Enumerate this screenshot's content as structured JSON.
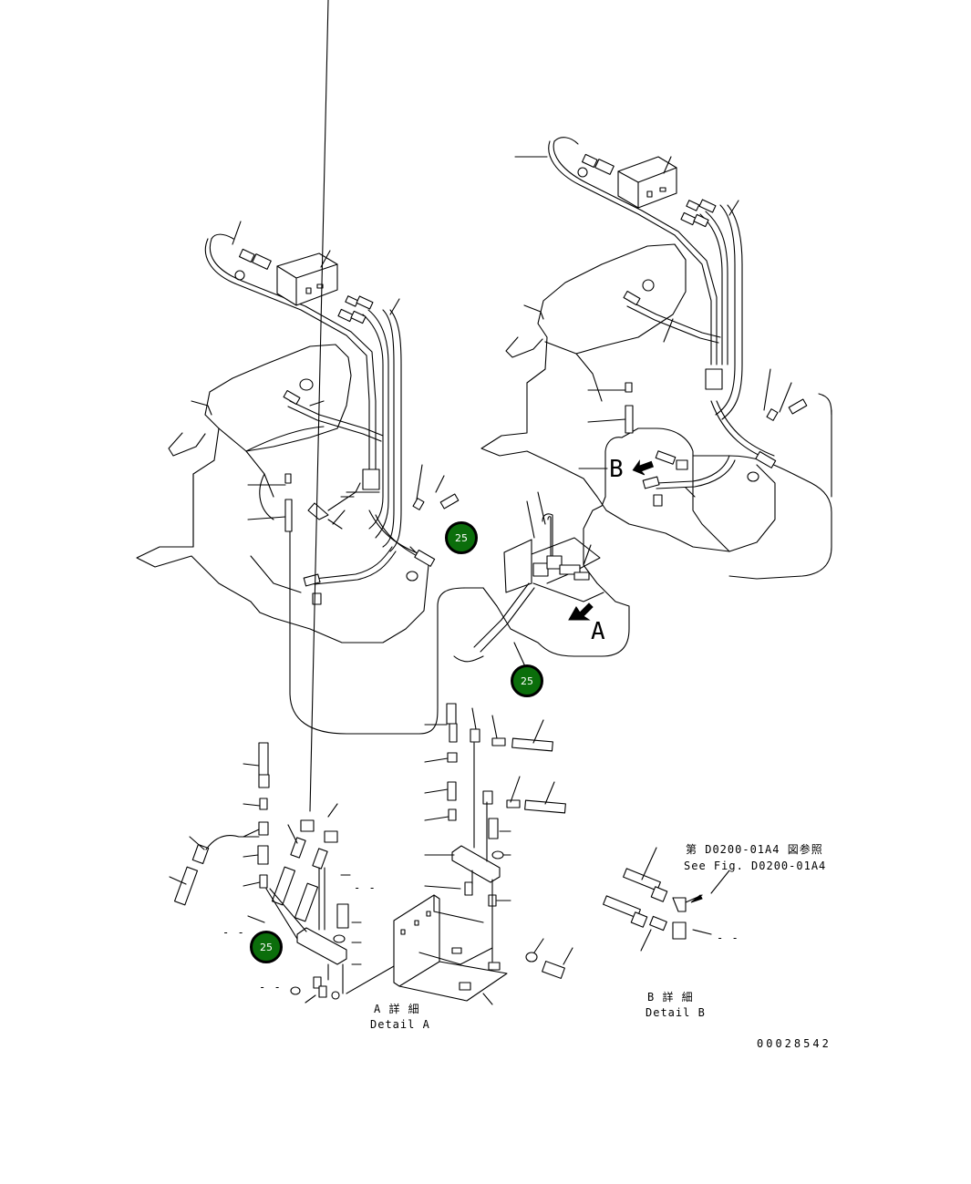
{
  "callouts": [
    {
      "id": "badge-1",
      "label": "25"
    },
    {
      "id": "badge-2",
      "label": "25"
    },
    {
      "id": "badge-3",
      "label": "25"
    }
  ],
  "detail_a": {
    "line1": "A 詳 細",
    "line2": "Detail A"
  },
  "detail_b": {
    "line1": "B 詳 細",
    "line2": "Detail B"
  },
  "reference": {
    "line1": "第 D0200-01A4 図参照",
    "line2": "See Fig. D0200-01A4"
  },
  "view_letters": {
    "a": "A",
    "b": "B"
  },
  "drawing_number": "00028542",
  "dash_marks": [
    "- -",
    "- -",
    "- -",
    "- -"
  ]
}
